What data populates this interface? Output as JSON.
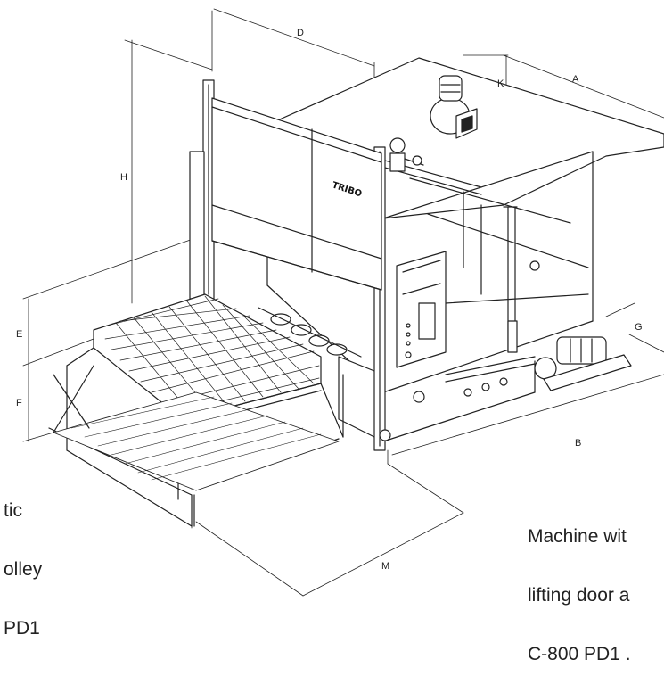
{
  "drawing": {
    "brand_mark": "TRIBO",
    "dimensions": [
      "A",
      "B",
      "D",
      "E",
      "F",
      "G",
      "H",
      "K",
      "M"
    ]
  },
  "captions": {
    "left": [
      "tic",
      "olley",
      "PD1"
    ],
    "right": [
      "Machine wit",
      "lifting door a",
      "C-800 PD1 ."
    ]
  }
}
